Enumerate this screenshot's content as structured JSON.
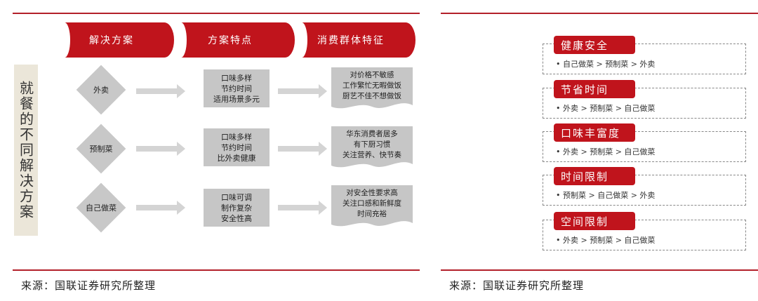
{
  "left": {
    "vertical_label": "就餐的不同解决方案",
    "headers": [
      "解决方案",
      "方案特点",
      "消费群体特征"
    ],
    "rows": [
      {
        "solution": "外卖",
        "features": [
          "口味多样",
          "节约时间",
          "适用场景多元"
        ],
        "consumers": [
          "对价格不敏感",
          "工作繁忙无暇做饭",
          "厨艺不佳不想做饭"
        ]
      },
      {
        "solution": "预制菜",
        "features": [
          "口味多样",
          "节约时间",
          "比外卖健康"
        ],
        "consumers": [
          "华东消费者居多",
          "有下厨习惯",
          "关注营养、快节奏"
        ]
      },
      {
        "solution": "自己做菜",
        "features": [
          "口味可调",
          "制作复杂",
          "安全性高"
        ],
        "consumers": [
          "对安全性要求高",
          "关注口感和新鲜度",
          "时间充裕"
        ]
      }
    ],
    "source": "来源：国联证券研究所整理"
  },
  "right": {
    "items": [
      {
        "title": "健康安全",
        "chain": "• 自己做菜 > 预制菜 > 外卖"
      },
      {
        "title": "节省时间",
        "chain": "• 外卖 > 预制菜 > 自己做菜"
      },
      {
        "title": "口味丰富度",
        "chain": "• 外卖 > 预制菜 > 自己做菜"
      },
      {
        "title": "时间限制",
        "chain": "• 预制菜 > 自己做菜 > 外卖"
      },
      {
        "title": "空间限制",
        "chain": "• 外卖 > 预制菜 > 自己做菜"
      }
    ],
    "source": "来源：国联证券研究所整理"
  },
  "colors": {
    "accent": "#c0141c",
    "grey_box": "#c6c6c6",
    "label_bg": "#ebe6d9"
  }
}
